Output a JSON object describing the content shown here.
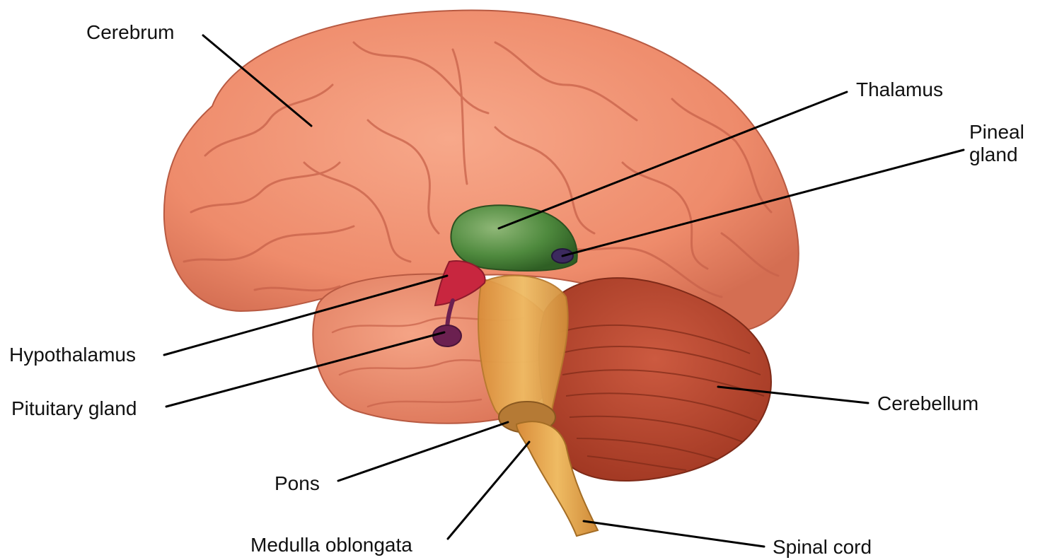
{
  "labels": {
    "cerebrum": "Cerebrum",
    "thalamus": "Thalamus",
    "pineal_line1": "Pineal",
    "pineal_line2": "gland",
    "hypothalamus": "Hypothalamus",
    "pituitary": "Pituitary gland",
    "cerebellum": "Cerebellum",
    "pons": "Pons",
    "medulla": "Medulla oblongata",
    "spinal_cord": "Spinal cord"
  },
  "colors": {
    "cerebrum": "#f08f6e",
    "cerebrum_dark": "#c8624a",
    "thalamus": "#4f8a3e",
    "pineal": "#3c2a5e",
    "hypothalamus": "#c8263f",
    "pituitary": "#6b2050",
    "brainstem": "#e2a34a",
    "cerebellum": "#b8432c",
    "leader_line": "#000000"
  }
}
